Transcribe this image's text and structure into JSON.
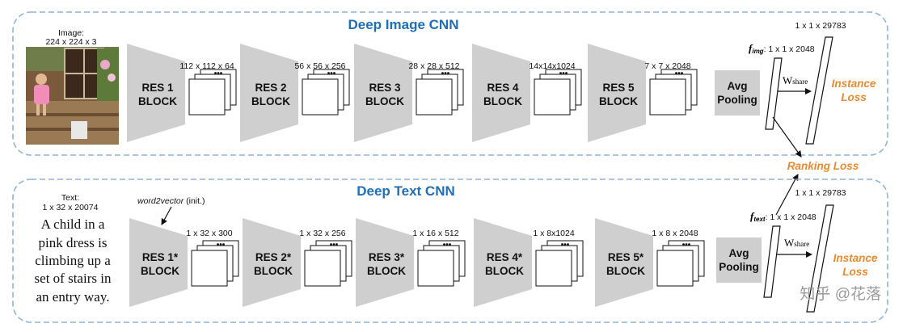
{
  "image_branch": {
    "panel_title": "Deep Image CNN",
    "input_title": "Image:",
    "input_dims": "224 x 224 x 3",
    "blocks": [
      {
        "line1": "RES 1",
        "line2": "BLOCK",
        "out": "112 x 112 x 64"
      },
      {
        "line1": "RES 2",
        "line2": "BLOCK",
        "out": "56 x 56 x 256"
      },
      {
        "line1": "RES 3",
        "line2": "BLOCK",
        "out": "28 x 28 x 512"
      },
      {
        "line1": "RES 4",
        "line2": "BLOCK",
        "out": "14x14x1024"
      },
      {
        "line1": "RES 5",
        "line2": "BLOCK",
        "out": "7 x 7 x 2048"
      }
    ],
    "pool_line1": "Avg",
    "pool_line2": "Pooling",
    "feature_symbol": "f",
    "feature_sub": "img",
    "feature_dims": ": 1 x 1 x 2048",
    "weight_label": "W",
    "weight_sub": "share",
    "out_dims": "1 x 1 x 29783",
    "loss_line1": "Instance",
    "loss_line2": "Loss"
  },
  "text_branch": {
    "panel_title": "Deep Text CNN",
    "input_title": "Text:",
    "input_dims": "1 x 32 x 20074",
    "sentence_lines": [
      "A child in a",
      "pink dress is",
      "climbing up a",
      "set of stairs in",
      "an entry way."
    ],
    "embed_note": "word2vector",
    "embed_note_suffix": " (init.)",
    "blocks": [
      {
        "line1": "RES 1*",
        "line2": "BLOCK",
        "out": "1 x 32 x 300"
      },
      {
        "line1": "RES 2*",
        "line2": "BLOCK",
        "out": "1 x 32 x 256"
      },
      {
        "line1": "RES 3*",
        "line2": "BLOCK",
        "out": "1 x 16 x 512"
      },
      {
        "line1": "RES 4*",
        "line2": "BLOCK",
        "out": "1 x 8x1024"
      },
      {
        "line1": "RES 5*",
        "line2": "BLOCK",
        "out": "1 x 8 x 2048"
      }
    ],
    "pool_line1": "Avg",
    "pool_line2": "Pooling",
    "feature_symbol": "f",
    "feature_sub": "text",
    "feature_dims": ": 1 x 1 x 2048",
    "weight_label": "W",
    "weight_sub": "share",
    "out_dims": "1 x 1 x 29783",
    "loss_line1": "Instance",
    "loss_line2": "Loss"
  },
  "ranking_loss": "Ranking Loss",
  "dots": "•••",
  "watermark": "知乎 @花落",
  "colors": {
    "panel_title": "#1f6fb8",
    "loss": "#ea8a2e",
    "block_fill": "#cfcfcf",
    "panel_border": "#8fb4d8"
  }
}
